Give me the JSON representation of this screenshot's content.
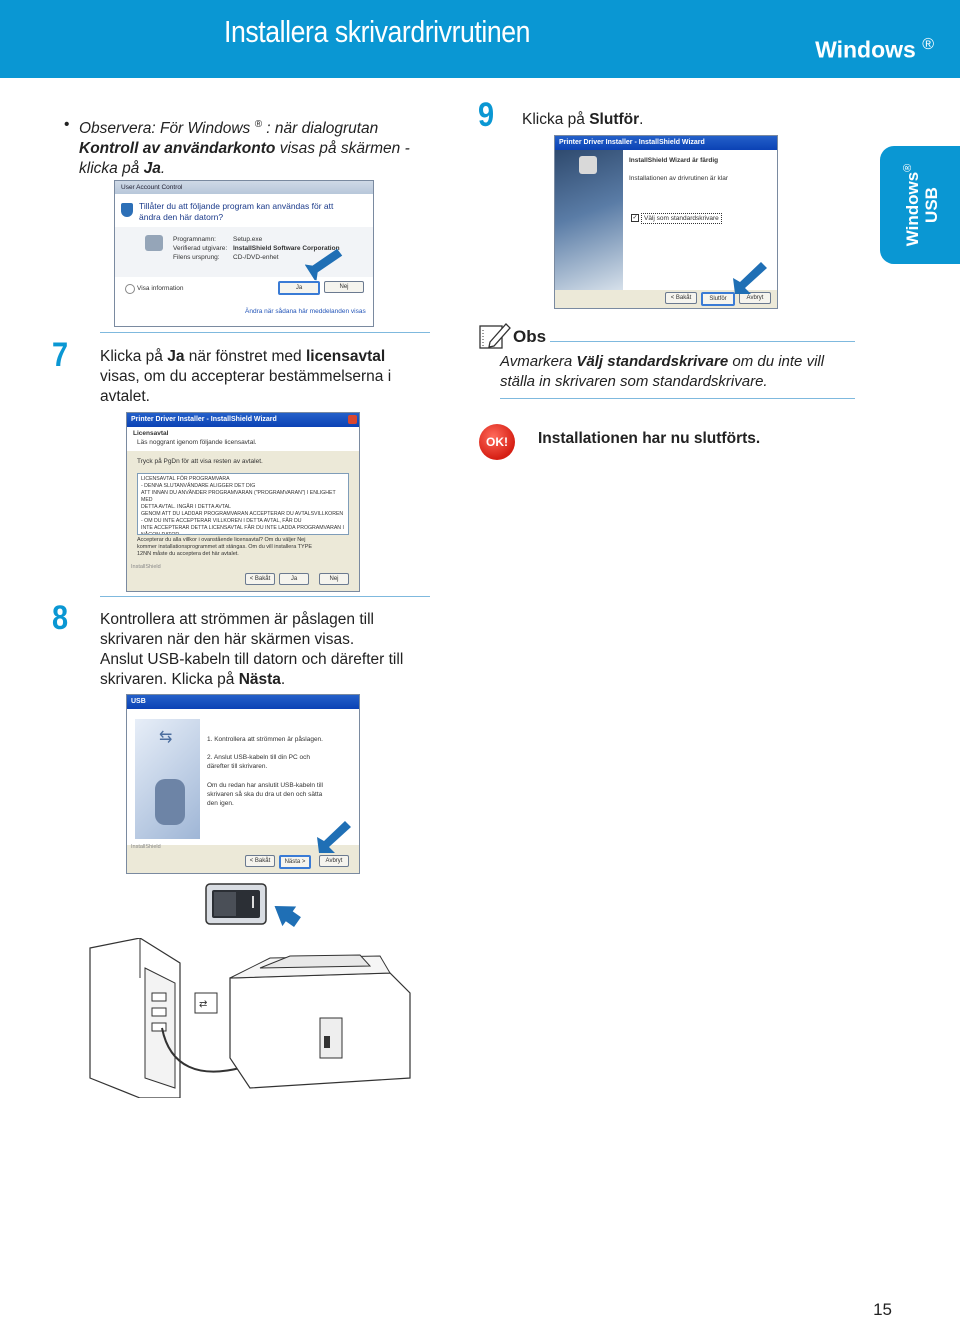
{
  "header": {
    "title": "Installera skrivardrivrutinen",
    "os": "Windows",
    "os_reg": "®"
  },
  "side_tab": {
    "line1": "Windows",
    "reg": "®",
    "line2": "USB"
  },
  "note_uac": {
    "bullet": "•",
    "pre": "Observera: För Windows",
    "reg": "®",
    "mid": ": när dialogrutan",
    "bold": "Kontroll av användarkonto",
    "post": "visas på skärmen -",
    "line3_pre": "klicka på",
    "line3_bold": "Ja",
    "line3_post": "."
  },
  "uac_dialog": {
    "title": "User Account Control",
    "heading1": "Tillåter du att följande program kan användas för att",
    "heading2": "ändra den här datorn?",
    "prog_label": "Programnamn:",
    "prog_value": "Setup.exe",
    "pub_label": "Verifierad utgivare:",
    "pub_value": "InstallShield Software Corporation",
    "origin_label": "Filens ursprung:",
    "origin_value": "CD-/DVD-enhet",
    "details": "Visa information",
    "yes": "Ja",
    "no": "Nej",
    "link": "Ändra när sådana här meddelanden visas"
  },
  "step7": {
    "num": "7",
    "t1": "Klicka på",
    "b1": "Ja",
    "t2": "när fönstret med",
    "b2": "licensavtal",
    "line2": "visas, om du accepterar bestämmelserna i",
    "line3": "avtalet."
  },
  "license_dialog": {
    "title": "Printer Driver Installer - InstallShield Wizard",
    "heading": "Licensavtal",
    "sub": "Läs noggrant igenom följande licensavtal.",
    "hint": "Tryck på PgDn för att visa resten av avtalet.",
    "lines": [
      "LICENSAVTAL FÖR PROGRAMVARA",
      "- DENNA SLUTANVÄNDARE ALIGGER DET DIG",
      "ATT INNAN DU ANVÄNDER PROGRAMVARAN (\"PROGRAMVARAN\") I ENLIGHET MED",
      "DETTA AVTAL. INGÅR I DETTA AVTAL",
      "GENOM ATT DU LADDAR PROGRAMVARAN ACCEPTERAR DU AVTALSVILLKOREN",
      "- OM DU INTE ACCEPTERAR VILLKOREN I DETTA AVTAL, FÅR DU",
      "INTE ACCEPTERAR DETTA LICENSAVTAL FÅR DU INTE LADDA PROGRAMVARAN I",
      "NÅGON DATOR."
    ],
    "q1": "Accepterar du alla villkor i ovanstående licensavtal? Om du väljer Nej",
    "q2": "kommer installationsprogrammet att stängas. Om du vill installera TYPE",
    "q3": "12NN måste du acceptera det här avtalet.",
    "footer": "InstallShield",
    "back": "< Bakåt",
    "yes": "Ja",
    "no": "Nej"
  },
  "step8": {
    "num": "8",
    "line1": "Kontrollera att strömmen är påslagen till",
    "line2": "skrivaren när den här skärmen visas.",
    "line3": "Anslut USB-kabeln till datorn och därefter till",
    "line4_pre": "skrivaren. Klicka på",
    "line4_bold": "Nästa",
    "line4_post": "."
  },
  "usb_dialog": {
    "title": "USB",
    "item1": "1. Kontrollera att strömmen är påslagen.",
    "item2a": "2. Anslut USB-kabeln till din PC och",
    "item2b": "därefter till skrivaren.",
    "item3a": "Om du redan har anslutit USB-kabeln till",
    "item3b": "skrivaren så ska du dra ut den och sätta",
    "item3c": "den igen.",
    "footer": "InstallShield",
    "back": "< Bakåt",
    "next": "Nästa >",
    "cancel": "Avbryt"
  },
  "step9": {
    "num": "9",
    "text": "Klicka på",
    "bold": "Slutför",
    "post": "."
  },
  "finish_dialog": {
    "title": "Printer Driver Installer - InstallShield Wizard",
    "heading": "InstallShield Wizard är färdig",
    "sub": "Installationen av drivrutinen är klar",
    "checkbox": "Välj som standardskrivare",
    "back": "< Bakåt",
    "finish": "Slutför",
    "cancel": "Avbryt"
  },
  "obs": {
    "label": "Obs",
    "pre": "Avmarkera",
    "bold": "Välj standardskrivare",
    "post": "om du inte vill",
    "line2": "ställa in skrivaren som standardskrivare."
  },
  "ok": {
    "badge": "OK!",
    "text": "Installationen har nu slutförts."
  },
  "page_number": "15",
  "colors": {
    "brand": "#0a97d3",
    "rule": "#7fb9de",
    "ok_red": "#e1261c"
  }
}
